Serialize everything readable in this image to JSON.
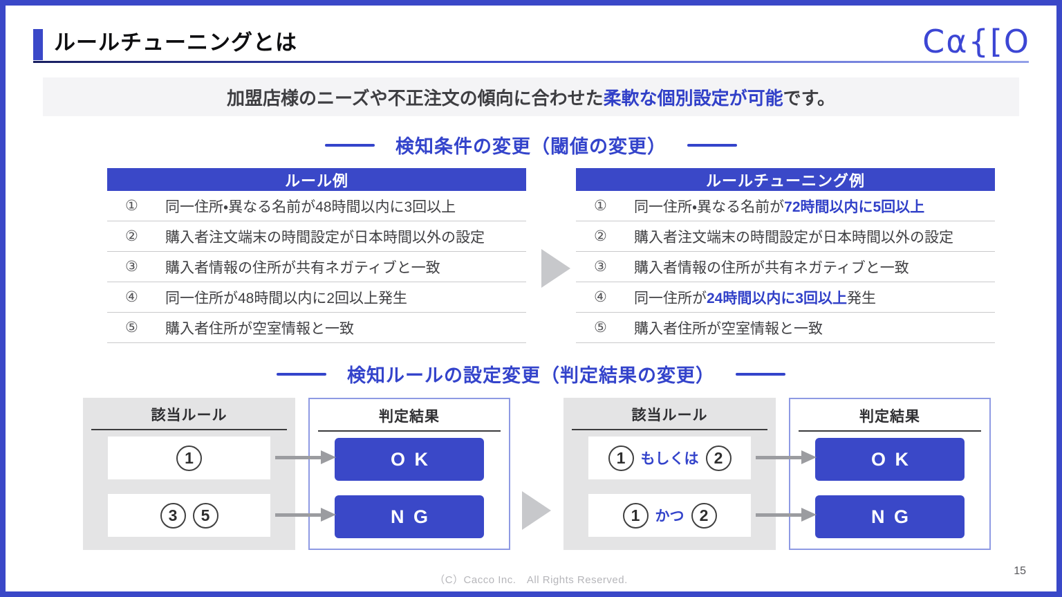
{
  "title": "ルールチューニングとは",
  "logo_text": "Cα{[O",
  "banner": {
    "pre": "加盟店様のニーズや不正注文の傾向に合わせた",
    "highlight": "柔軟な個別設定が可能",
    "post": "です。"
  },
  "sections": {
    "threshold": "検知条件の変更（閾値の変更）",
    "result": "検知ルールの設定変更（判定結果の変更）"
  },
  "rule_tables": {
    "left": {
      "header": "ルール例",
      "rows": [
        {
          "num": "①",
          "pre": "同一住所・異なる名前が48時間以内に3回以上",
          "high": "",
          "post": ""
        },
        {
          "num": "②",
          "pre": "購入者注文端末の時間設定が日本時間以外の設定",
          "high": "",
          "post": ""
        },
        {
          "num": "③",
          "pre": "購入者情報の住所が共有ネガティブと一致",
          "high": "",
          "post": ""
        },
        {
          "num": "④",
          "pre": "同一住所が48時間以内に2回以上発生",
          "high": "",
          "post": ""
        },
        {
          "num": "⑤",
          "pre": "購入者住所が空室情報と一致",
          "high": "",
          "post": ""
        }
      ]
    },
    "right": {
      "header": "ルールチューニング例",
      "rows": [
        {
          "num": "①",
          "pre": "同一住所・異なる名前が",
          "high": "72時間以内に5回以上",
          "post": ""
        },
        {
          "num": "②",
          "pre": "購入者注文端末の時間設定が日本時間以外の設定",
          "high": "",
          "post": ""
        },
        {
          "num": "③",
          "pre": "購入者情報の住所が共有ネガティブと一致",
          "high": "",
          "post": ""
        },
        {
          "num": "④",
          "pre": "同一住所が",
          "high": "24時間以内に3回以上",
          "post": "発生"
        },
        {
          "num": "⑤",
          "pre": "購入者住所が空室情報と一致",
          "high": "",
          "post": ""
        }
      ]
    }
  },
  "judgement": {
    "rule_header": "該当ルール",
    "result_header": "判定結果",
    "left": {
      "row1": {
        "c1": "1",
        "result": "OK"
      },
      "row2": {
        "c1": "3",
        "c2": "5",
        "result": "NG"
      }
    },
    "right": {
      "row1": {
        "c1": "1",
        "conn": "もしくは",
        "c2": "2",
        "result": "OK"
      },
      "row2": {
        "c1": "1",
        "conn": "かつ",
        "c2": "2",
        "result": "NG"
      }
    }
  },
  "footer": {
    "copyright": "（C）Cacco Inc.　All Rights Reserved.",
    "page": "15"
  },
  "colors": {
    "primary_blue": "#3a48c8",
    "highlight_text_blue": "#3140c8",
    "panel_gray": "#e4e4e5",
    "triangle_gray": "#c7c8cb",
    "arrow_gray": "#9b9ca0"
  }
}
